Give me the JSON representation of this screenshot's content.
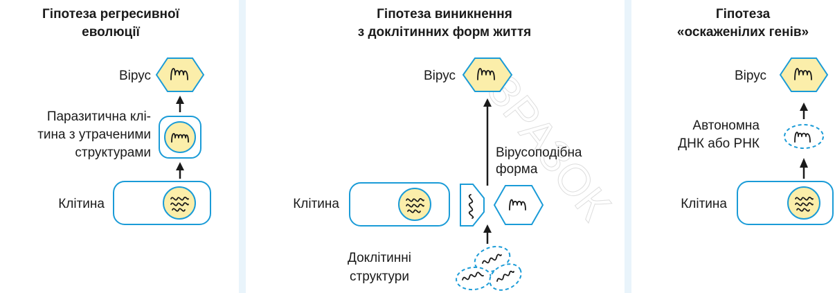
{
  "colors": {
    "accent_blue": "#1a9bd7",
    "nucleus_yellow": "#fbeeaa",
    "column_divider": "#e9f4fb",
    "text": "#1a1a1a"
  },
  "watermark_text": "ЗРАЗОК",
  "columns": {
    "left": {
      "title_line1": "Гіпотеза регресивної",
      "title_line2": "еволюції",
      "virus_label": "Вірус",
      "intermediate_line1": "Паразитична клі-",
      "intermediate_line2": "тина з утраченими",
      "intermediate_line3": "структурами",
      "cell_label": "Клітина"
    },
    "middle": {
      "title_line1": "Гіпотеза виникнення",
      "title_line2": "з доклітинних форм життя",
      "virus_label": "Вірус",
      "viruslike_line1": "Вірусоподібна",
      "viruslike_line2": "форма",
      "cell_label": "Клітина",
      "precell_line1": "Доклітинні",
      "precell_line2": "структури"
    },
    "right": {
      "title_line1": "Гіпотеза",
      "title_line2": "«оскаженілих генів»",
      "virus_label": "Вірус",
      "autonomous_line1": "Автономна",
      "autonomous_line2": "ДНК або РНК",
      "cell_label": "Клітина"
    }
  }
}
